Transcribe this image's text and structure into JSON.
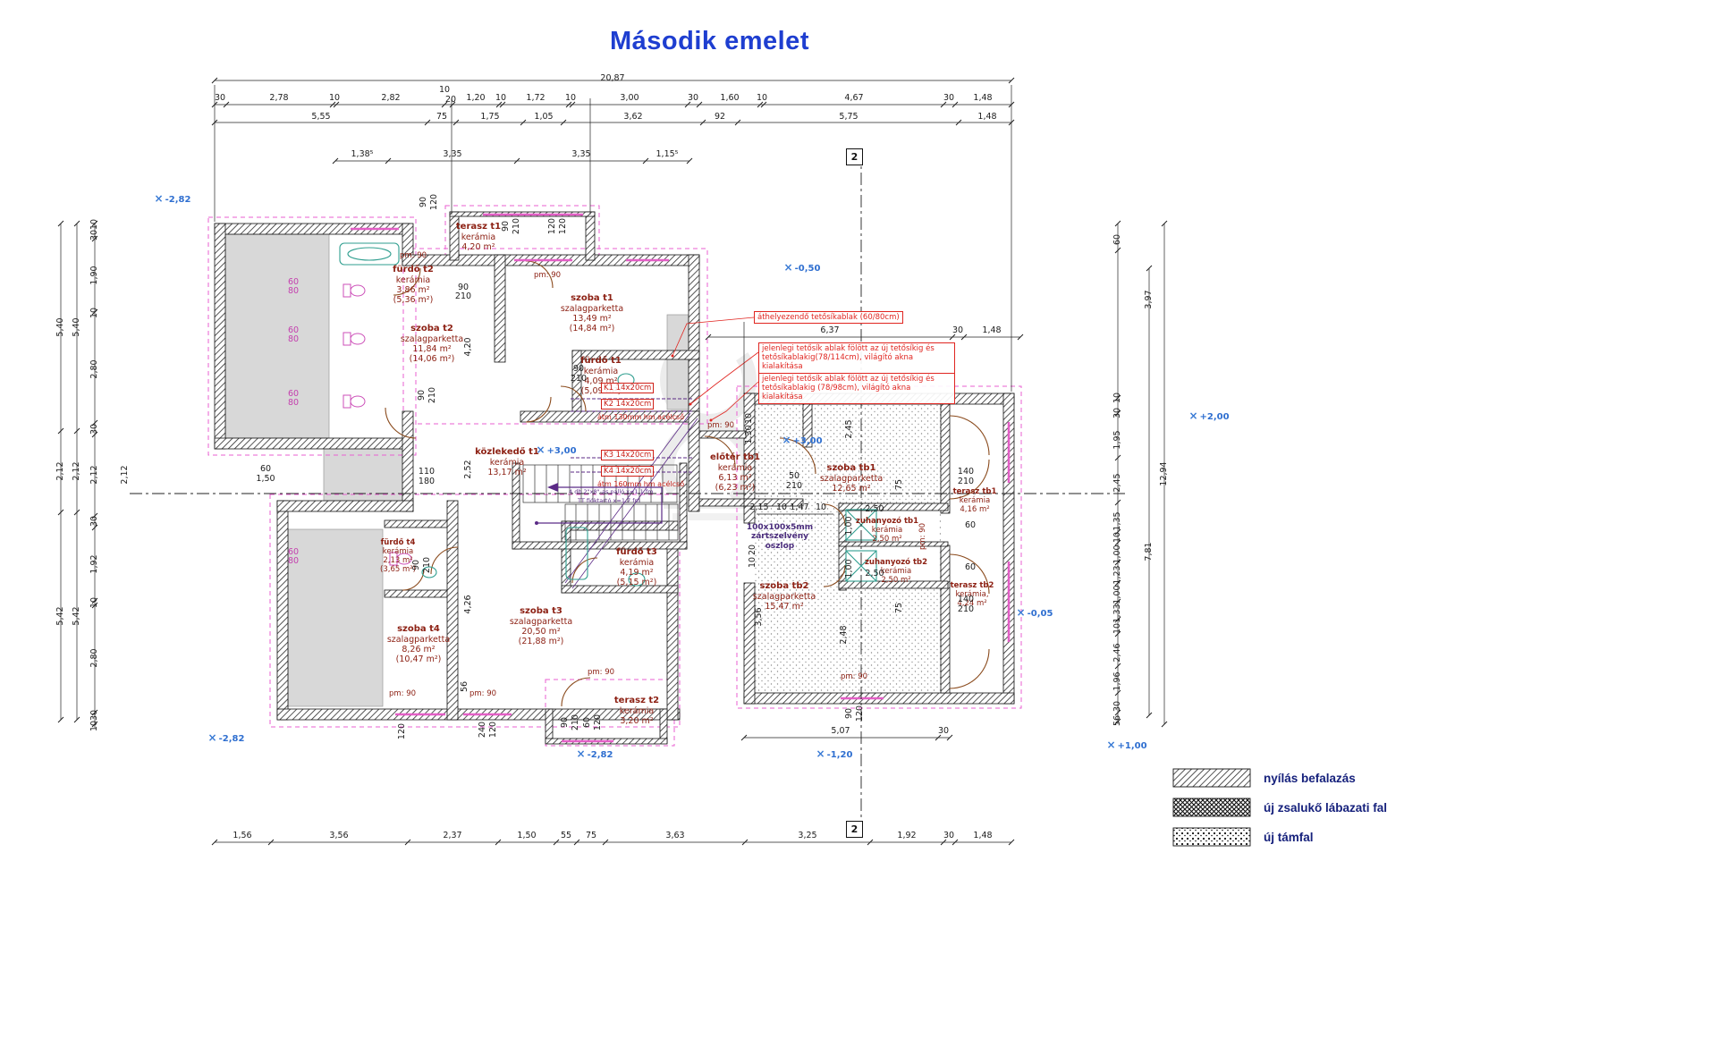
{
  "title": "Második emelet",
  "section_label": "2",
  "legend": {
    "items": [
      {
        "label": "nyílás befalazás"
      },
      {
        "label": "új zsalukő lábazati fal"
      },
      {
        "label": "új támfal"
      }
    ]
  },
  "rooms": [
    {
      "name": "terasz t1",
      "material": "kerámia",
      "area": "4,20 m²",
      "area2": ""
    },
    {
      "name": "fürdő t2",
      "material": "kerámia",
      "area": "3,86 m²",
      "area2": "(5,36 m²)"
    },
    {
      "name": "szoba t2",
      "material": "szalagparketta",
      "area": "11,84 m²",
      "area2": "(14,06 m²)"
    },
    {
      "name": "szoba t1",
      "material": "szalagparketta",
      "area": "13,49 m²",
      "area2": "(14,84 m²)"
    },
    {
      "name": "fürdő t1",
      "material": "kerámia",
      "area": "4,09 m²",
      "area2": "(5,09 m²)"
    },
    {
      "name": "közlekedő t1",
      "material": "kerámia",
      "area": "13,17 m²",
      "area2": ""
    },
    {
      "name": "előtér tb1",
      "material": "kerámia",
      "area": "6,13 m²",
      "area2": "(6,23 m²)"
    },
    {
      "name": "szoba tb1",
      "material": "szalagparketta",
      "area": "12,65 m²",
      "area2": ""
    },
    {
      "name": "terasz tb1",
      "material": "kerámia",
      "area": "4,16 m²",
      "area2": ""
    },
    {
      "name": "zuhanyozó tb1",
      "material": "kerámia",
      "area": "2,50 m²",
      "area2": ""
    },
    {
      "name": "zuhanyozó tb2",
      "material": "kerámia",
      "area": "2,50 m²",
      "area2": ""
    },
    {
      "name": "szoba tb2",
      "material": "szalagparketta",
      "area": "15,47 m²",
      "area2": ""
    },
    {
      "name": "terasz tb2",
      "material": "kerámia,",
      "area": "4,24 m²",
      "area2": ""
    },
    {
      "name": "fürdő t4",
      "material": "kerámia",
      "area": "2,13 m²",
      "area2": "(3,65 m²)"
    },
    {
      "name": "fürdő t3",
      "material": "kerámia",
      "area": "4,19 m²",
      "area2": "(5,15 m²)"
    },
    {
      "name": "szoba t3",
      "material": "szalagparketta",
      "area": "20,50 m²",
      "area2": "(21,88 m²)"
    },
    {
      "name": "szoba t4",
      "material": "szalagparketta",
      "area": "8,26 m²",
      "area2": "(10,47 m²)"
    },
    {
      "name": "terasz t2",
      "material": "kerámia",
      "area": "3,20 m²",
      "area2": ""
    }
  ],
  "callouts": {
    "c1": "áthelyezendő tetősíkablak (60/80cm)",
    "c2": "jelenlegi tetősík ablak fölött az új tetősíkig és tetősíkablakig(78/114cm), világító akna kialakítása",
    "c3": "jelenlegi tetősík ablak fölött az új tetősíkig és tetősíkablakig (78/98cm), világító akna kialakítása",
    "column": "100x100x5mm zártszelvény oszlop",
    "k1": "K1 14x20cm",
    "k2": "K2 14x20cm",
    "k2b": "átm 130mm hm acélcső",
    "k3": "K3 14x20cm",
    "k4": "K4 14x20cm",
    "k4b": "átm 160mm hm acélcső",
    "stair1": "4 db 2\"x8\"-as palló x=1,1 fm",
    "stair2": "TT fióktartó x=1,7 fm"
  },
  "levels": {
    "m282": "-2,82",
    "m050": "-0,50",
    "p300": "+3,00",
    "p200": "+2,00",
    "m005": "-0,05",
    "m120": "-1,20",
    "p100": "+1,00"
  },
  "pm": "pm: 90",
  "dims": {
    "total_top": "20,87",
    "row1": [
      "30",
      "2,78",
      "10",
      "2,82",
      "10",
      "20",
      "1,20",
      "10",
      "1,72",
      "10",
      "3,00",
      "30",
      "1,60",
      "10",
      "4,67",
      "30",
      "1,48"
    ],
    "row2": [
      "5,55",
      "75",
      "1,75",
      "1,05",
      "3,62",
      "92",
      "5,75",
      "1,48"
    ],
    "row3": [
      "1,38⁵",
      "3,35",
      "3,35",
      "1,15⁵"
    ],
    "rightrow": [
      "6,37",
      "30",
      "1,48"
    ],
    "bottom": [
      "1,56",
      "3,56",
      "2,37",
      "1,50",
      "55",
      "75",
      "3,63",
      "3,25",
      "1,92",
      "30",
      "1,48"
    ],
    "bottom2": [
      "5,07",
      "30"
    ],
    "left_outer": [
      "5,40",
      "2,12",
      "5,42"
    ],
    "left_chain": [
      "10",
      "30",
      "1,90",
      "10",
      "2,80",
      "30",
      "2,12",
      "30",
      "1,92",
      "10",
      "2,80",
      "30",
      "10"
    ],
    "left_extra": "2,12",
    "right_chain": [
      "60",
      "10",
      "30",
      "1,95",
      "2,45",
      "1,35",
      "10",
      "1,00",
      "1,23",
      "1,00",
      "1,33",
      "10",
      "2,46",
      "1,96",
      "30",
      "56"
    ],
    "right_outer": [
      "3,97",
      "12,94",
      "7,81"
    ],
    "nums": {
      "n10": "10",
      "n20": "20",
      "n30": "30",
      "n50": "50",
      "n56": "56",
      "n60": "60",
      "n75": "75",
      "n80": "80",
      "n90": "90",
      "n110": "110",
      "n120": "120",
      "n140": "140",
      "n180": "180",
      "n210": "210",
      "n240": "240",
      "n1_00": "1,00",
      "n1_30": "1,30",
      "n1_47": "1,47",
      "n1_50": "1,50",
      "n2_15": "2,15",
      "n2_45": "2,45",
      "n2_48": "2,48",
      "n2_50": "2,50",
      "n2_52": "2,52",
      "n3_56": "3,56",
      "n4_20": "4,20",
      "n4_26": "4,26"
    }
  }
}
